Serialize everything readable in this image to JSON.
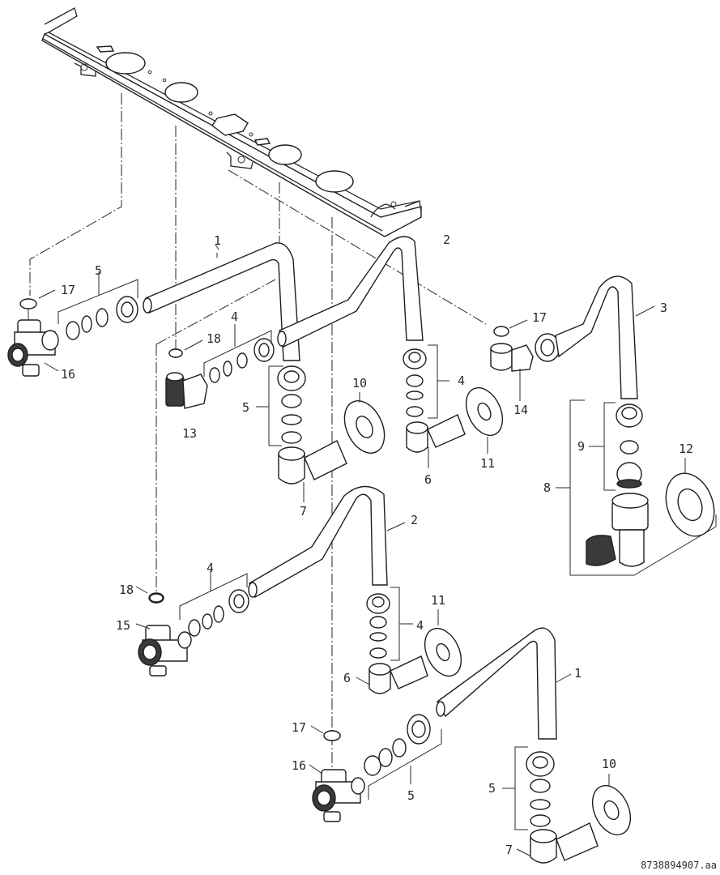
{
  "diagram": {
    "type": "exploded-parts-view",
    "colors": {
      "line": "#2a2a2a",
      "background": "#ffffff"
    },
    "drawing_number": "8738894907.aa",
    "callouts": {
      "c1a": "1",
      "c2a": "2",
      "c3": "3",
      "c5a": "5",
      "c17a": "17",
      "c16a": "16",
      "c4a": "4",
      "c18a": "18",
      "c13": "13",
      "c5b": "5",
      "c10a": "10",
      "c7a": "7",
      "c4b": "4",
      "c6a": "6",
      "c11a": "11",
      "c17b": "17",
      "c14": "14",
      "c9": "9",
      "c8": "8",
      "c12": "12",
      "c2b": "2",
      "c4c": "4",
      "c18b": "18",
      "c15": "15",
      "c4d": "4",
      "c11b": "11",
      "c6b": "6",
      "c1b": "1",
      "c17c": "17",
      "c16b": "16",
      "c5c": "5",
      "c5d": "5",
      "c10b": "10",
      "c7b": "7"
    },
    "parts": [
      {
        "ref": "1",
        "name": "pipe"
      },
      {
        "ref": "2",
        "name": "pipe"
      },
      {
        "ref": "3",
        "name": "pipe"
      },
      {
        "ref": "4",
        "name": "compression fitting set"
      },
      {
        "ref": "5",
        "name": "compression fitting set"
      },
      {
        "ref": "6",
        "name": "elbow connector"
      },
      {
        "ref": "7",
        "name": "elbow connector"
      },
      {
        "ref": "8",
        "name": "valve assembly"
      },
      {
        "ref": "9",
        "name": "compression fitting set"
      },
      {
        "ref": "10",
        "name": "rosette"
      },
      {
        "ref": "11",
        "name": "rosette"
      },
      {
        "ref": "12",
        "name": "rosette"
      },
      {
        "ref": "13",
        "name": "connector"
      },
      {
        "ref": "14",
        "name": "connector"
      },
      {
        "ref": "15",
        "name": "valve"
      },
      {
        "ref": "16",
        "name": "valve"
      },
      {
        "ref": "17",
        "name": "sealing ring"
      },
      {
        "ref": "18",
        "name": "sealing ring"
      }
    ]
  }
}
